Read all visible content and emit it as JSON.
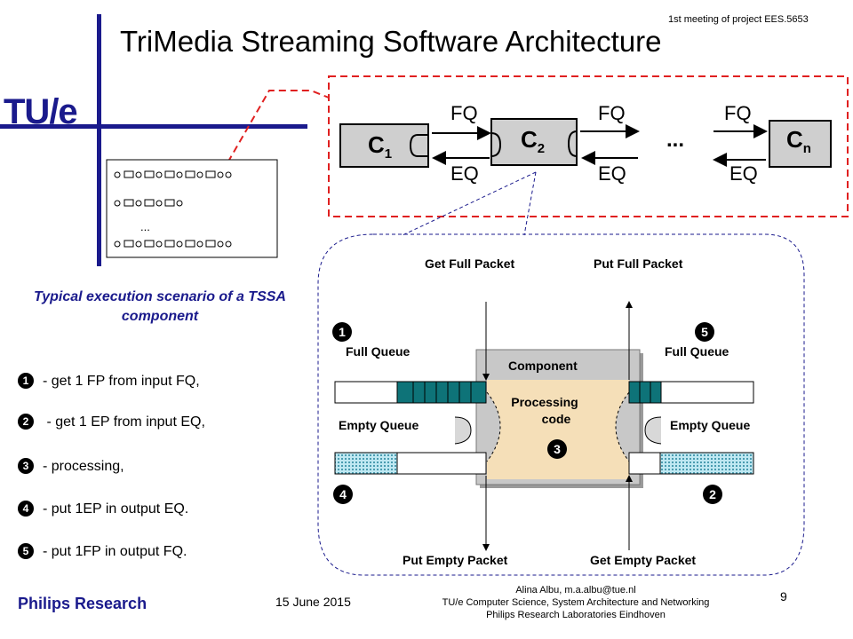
{
  "header": {
    "meeting": "1st meeting of project EES.5653",
    "title": "TriMedia Streaming Software Architecture",
    "logo": "TU/e"
  },
  "chain": {
    "components": [
      {
        "base": "C",
        "sub": "1"
      },
      {
        "base": "C",
        "sub": "2"
      },
      {
        "base": "C",
        "sub": "n"
      }
    ],
    "fq": "FQ",
    "eq": "EQ",
    "ellipsis": "..."
  },
  "thumbnail": {
    "ellipsis": "..."
  },
  "component_view": {
    "get_full_packet": "Get Full Packet",
    "put_full_packet": "Put Full Packet",
    "put_empty_packet": "Put Empty Packet",
    "get_empty_packet": "Get Empty Packet",
    "full_queue_left": "Full Queue",
    "full_queue_right": "Full Queue",
    "empty_queue_left": "Empty Queue",
    "empty_queue_right": "Empty Queue",
    "component": "Component",
    "processing_code": "Processing\ncode",
    "marker_1": "1",
    "marker_2": "2",
    "marker_3": "3",
    "marker_4": "4",
    "marker_5": "5"
  },
  "caption": "Typical execution scenario of a TSSA component",
  "steps": [
    {
      "num": "1",
      "text": "- get 1 FP from input FQ,"
    },
    {
      "num": "2",
      "text": " - get 1 EP from input EQ,"
    },
    {
      "num": "3",
      "text": "- processing,"
    },
    {
      "num": "4",
      "text": "- put 1EP in output EQ."
    },
    {
      "num": "5",
      "text": "- put 1FP in output FQ."
    }
  ],
  "footer": {
    "org": "Philips Research",
    "date": "15 June 2015",
    "author": "Alina Albu, m.a.albu@tue.nl",
    "dept": "TU/e Computer Science, System Architecture and Networking",
    "lab": "Philips Research Laboratories Eindhoven",
    "page": "9"
  },
  "colors": {
    "brand_blue": "#1a1a8c",
    "red_dashed": "#e02020",
    "full_teal": "#0e7378",
    "empty_light": "#bfe8f2",
    "processing_fill": "#f5dfb8",
    "component_gray": "#c8c8c8",
    "box_gray": "#cfcfcf"
  }
}
